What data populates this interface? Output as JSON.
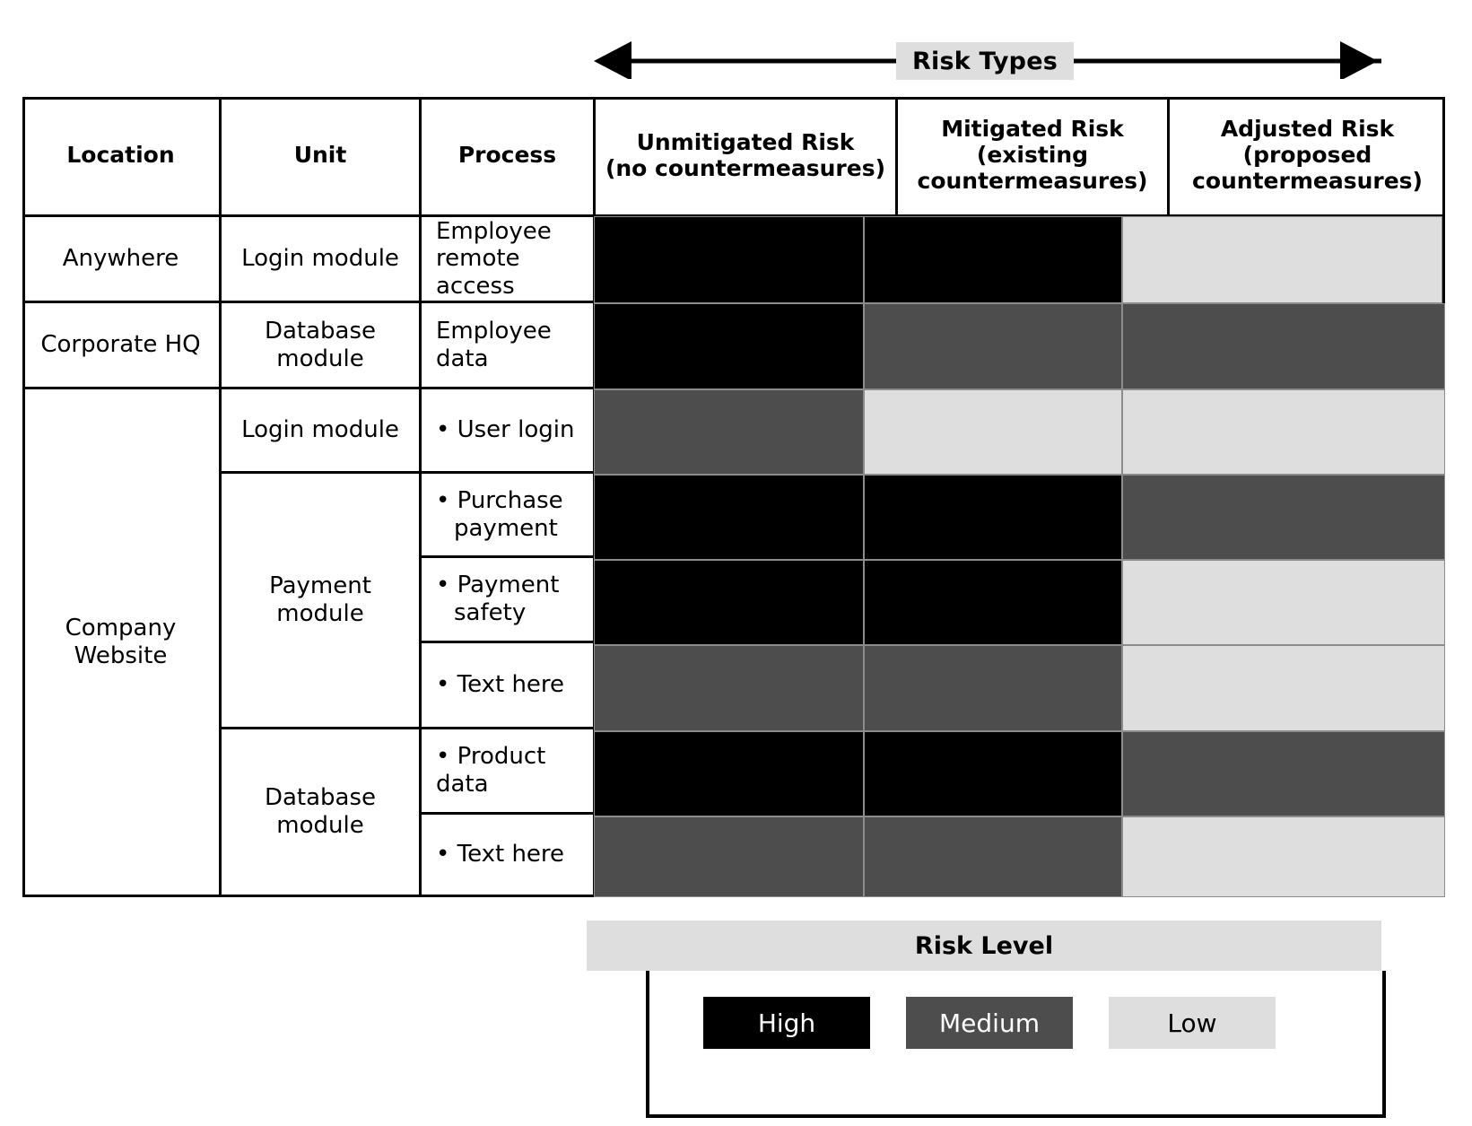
{
  "risk_types_header": {
    "label": "Risk Types",
    "arrow_icon": "double-headed-arrow-icon"
  },
  "table": {
    "columns": [
      {
        "key": "location",
        "label": "Location"
      },
      {
        "key": "unit",
        "label": "Unit"
      },
      {
        "key": "process",
        "label": "Process"
      },
      {
        "key": "unmitigated",
        "label": "Unmitigated Risk\n(no countermeasures)"
      },
      {
        "key": "mitigated",
        "label": "Mitigated Risk\n(existing\ncountermeasures)"
      },
      {
        "key": "adjusted",
        "label": "Adjusted Risk\n(proposed\ncountermeasures)"
      }
    ],
    "column_labels": {
      "location": "Location",
      "unit": "Unit",
      "process": "Process",
      "unmitigated_line1": "Unmitigated Risk",
      "unmitigated_line2": "(no countermeasures)",
      "mitigated_line1": "Mitigated Risk",
      "mitigated_line2": "(existing",
      "mitigated_line3": "countermeasures)",
      "adjusted_line1": "Adjusted Risk",
      "adjusted_line2": "(proposed",
      "adjusted_line3": "countermeasures)"
    },
    "locations": [
      {
        "label": "Anywhere"
      },
      {
        "label": "Corporate HQ"
      },
      {
        "label": "Company\nWebsite",
        "line1": "Company",
        "line2": "Website"
      }
    ],
    "units": [
      {
        "label": "Login module"
      },
      {
        "label": "Database\nmodule",
        "line1": "Database",
        "line2": "module"
      },
      {
        "label": "Login module"
      },
      {
        "label": "Payment\nmodule",
        "line1": "Payment",
        "line2": "module"
      },
      {
        "label": "Database\nmodule",
        "line1": "Database",
        "line2": "module"
      }
    ],
    "rows": [
      {
        "location": "Anywhere",
        "unit": "Login module",
        "process_line1": "Employee",
        "process_line2": "remote access",
        "unmitigated": "High",
        "mitigated": "High",
        "adjusted": "Low"
      },
      {
        "location": "Corporate HQ",
        "unit": "Database module",
        "process_line1": "Employee data",
        "process_line2": "",
        "unmitigated": "High",
        "mitigated": "Medium",
        "adjusted": "Medium"
      },
      {
        "location": "Company Website",
        "unit": "Login module",
        "process_line1": "• User login",
        "process_line2": "",
        "unmitigated": "Medium",
        "mitigated": "Low",
        "adjusted": "Low"
      },
      {
        "location": "Company Website",
        "unit": "Payment module",
        "process_line1": "• Purchase",
        "process_line2": "payment",
        "unmitigated": "High",
        "mitigated": "High",
        "adjusted": "Medium"
      },
      {
        "location": "Company Website",
        "unit": "Payment module",
        "process_line1": "• Payment",
        "process_line2": "safety",
        "unmitigated": "High",
        "mitigated": "High",
        "adjusted": "Low"
      },
      {
        "location": "Company Website",
        "unit": "Payment module",
        "process_line1": "• Text here",
        "process_line2": "",
        "unmitigated": "Medium",
        "mitigated": "Medium",
        "adjusted": "Low"
      },
      {
        "location": "Company Website",
        "unit": "Database module",
        "process_line1": "• Product data",
        "process_line2": "",
        "unmitigated": "High",
        "mitigated": "High",
        "adjusted": "Medium"
      },
      {
        "location": "Company Website",
        "unit": "Database module",
        "process_line1": "• Text here",
        "process_line2": "",
        "unmitigated": "Medium",
        "mitigated": "Medium",
        "adjusted": "Low"
      }
    ]
  },
  "legend": {
    "title": "Risk Level",
    "items": [
      {
        "label": "High",
        "color": "#000000",
        "text_color": "#ffffff"
      },
      {
        "label": "Medium",
        "color": "#4d4d4d",
        "text_color": "#ffffff"
      },
      {
        "label": "Low",
        "color": "#dedede",
        "text_color": "#000000"
      }
    ]
  },
  "colors": {
    "high": "#000000",
    "medium": "#4d4d4d",
    "low": "#dedede",
    "band": "#dedede",
    "swatch_border": "#8c8c8c",
    "line": "#000000"
  }
}
